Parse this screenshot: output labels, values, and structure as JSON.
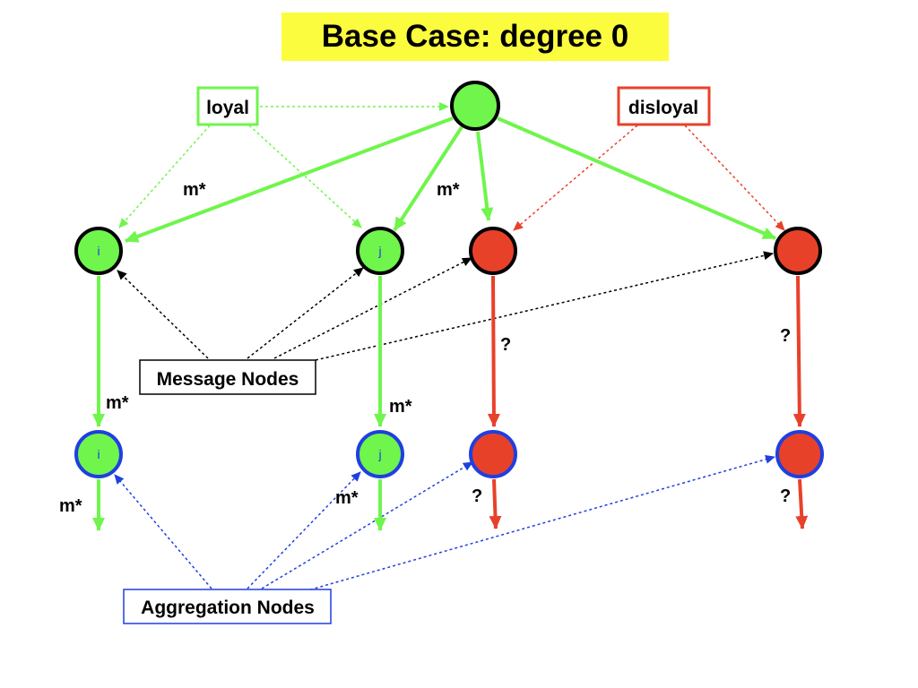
{
  "title": "Base Case:  degree 0",
  "colors": {
    "loyal": "#6ff54c",
    "disloyal": "#e8412a",
    "message_pointer": "#000000",
    "aggregation": "#1f3fe0",
    "title_bg": "#fcfc3f"
  },
  "boxes": {
    "loyal": "loyal",
    "disloyal": "disloyal",
    "message_nodes": "Message Nodes",
    "aggregation_nodes": "Aggregation Nodes"
  },
  "nodes": {
    "message_i": "i",
    "message_j": "j",
    "aggregation_i": "i",
    "aggregation_j": "j"
  },
  "edge_labels": {
    "root_to_i": "m*",
    "root_to_j": "m*",
    "i_to_agg_i": "m*",
    "j_to_agg_j": "m*",
    "agg_i_out": "m*",
    "agg_j_out": "m*",
    "red1_to_agg": "?",
    "red2_to_agg": "?",
    "red1_out": "?",
    "red2_out": "?"
  }
}
